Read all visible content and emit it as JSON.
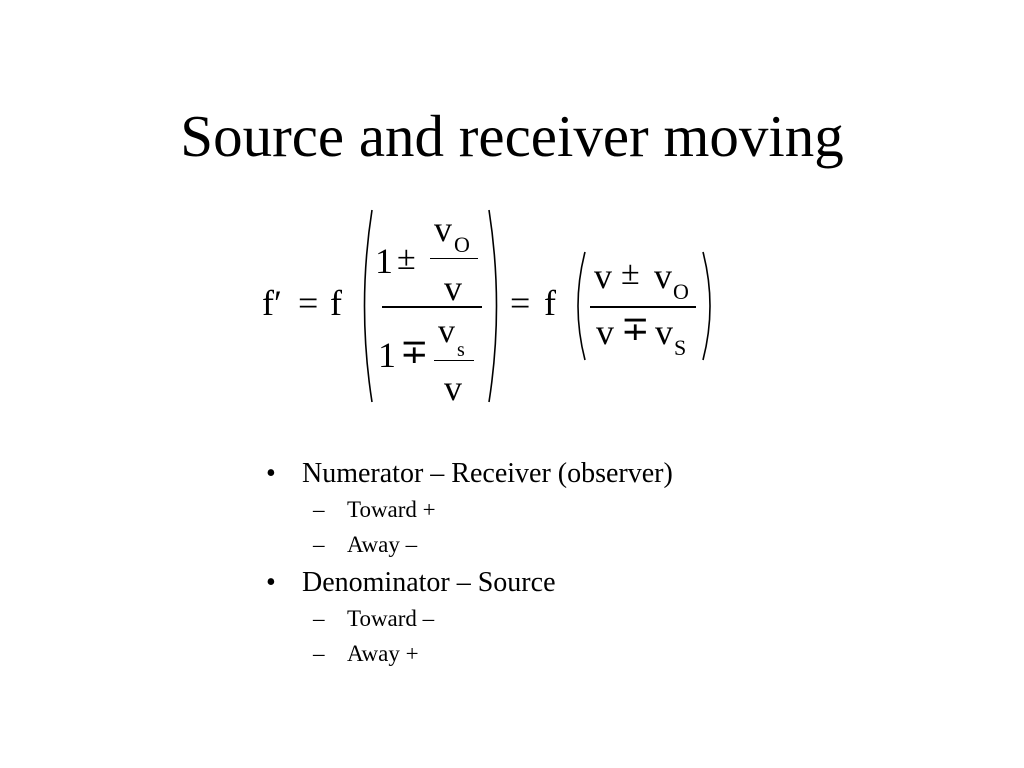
{
  "slide": {
    "title": "Source and receiver moving",
    "equation": {
      "lhs": "f′",
      "equals": "=",
      "factor": "f",
      "one": "1",
      "plus_minus": "±",
      "minus_plus": "∓",
      "v": "v",
      "v_o": "v",
      "sub_o": "O",
      "v_s": "v",
      "sub_s_small": "s",
      "sub_s": "S"
    },
    "bullets": [
      {
        "marker": "•",
        "text": "Numerator – Receiver (observer)",
        "sub": [
          {
            "marker": "–",
            "text": "Toward +"
          },
          {
            "marker": "–",
            "text": "Away –"
          }
        ]
      },
      {
        "marker": "•",
        "text": "Denominator – Source",
        "sub": [
          {
            "marker": "–",
            "text": "Toward –"
          },
          {
            "marker": "–",
            "text": "Away +"
          }
        ]
      }
    ]
  }
}
